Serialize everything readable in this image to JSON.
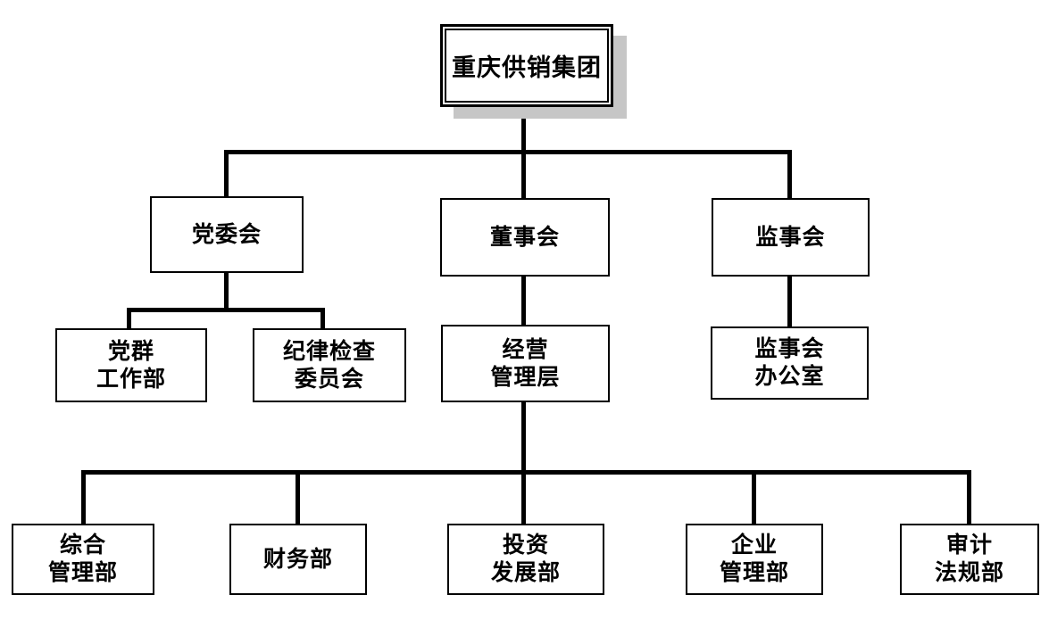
{
  "diagram": {
    "type": "org-chart",
    "company": "重庆供销集团",
    "background": "#ffffff"
  },
  "colors": {
    "line": "#000000",
    "box_border": "#000000",
    "box_fill": "#ffffff",
    "text": "#000000",
    "root_shadow": "#c6c6c6"
  },
  "nodes": {
    "root": {
      "label": "重庆供销集团"
    },
    "party_committee": {
      "label": "党委会"
    },
    "board_of_directors": {
      "label": "董事会"
    },
    "supervisory_board": {
      "label": "监事会"
    },
    "party_mass_work_dept": {
      "line1": "党群",
      "line2": "工作部"
    },
    "discipline_inspection_committee": {
      "line1": "纪律检查",
      "line2": "委员会"
    },
    "operating_management": {
      "line1": "经营",
      "line2": "管理层"
    },
    "supervisory_board_office": {
      "line1": "监事会",
      "line2": "办公室"
    },
    "general_management_dept": {
      "line1": "综合",
      "line2": "管理部"
    },
    "finance_dept": {
      "label": "财务部"
    },
    "investment_development_dept": {
      "line1": "投资",
      "line2": "发展部"
    },
    "enterprise_management_dept": {
      "line1": "企业",
      "line2": "管理部"
    },
    "audit_legal_dept": {
      "line1": "审计",
      "line2": "法规部"
    }
  },
  "hierarchy": {
    "root": "重庆供销集团",
    "children": [
      {
        "label": "党委会",
        "children": [
          "党群工作部",
          "纪律检查委员会"
        ]
      },
      {
        "label": "董事会",
        "children": [
          {
            "label": "经营管理层",
            "children": [
              "综合管理部",
              "财务部",
              "投资发展部",
              "企业管理部",
              "审计法规部"
            ]
          }
        ]
      },
      {
        "label": "监事会",
        "children": [
          "监事会办公室"
        ]
      }
    ]
  }
}
